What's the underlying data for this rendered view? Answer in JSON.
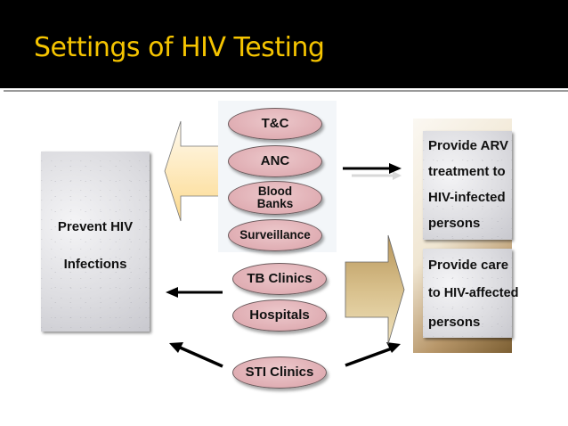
{
  "slide": {
    "title": "Settings of HIV Testing",
    "title_color": "#f5c400",
    "header_bg": "#000000"
  },
  "left_box": {
    "line1": "Prevent HIV",
    "line2": "Infections"
  },
  "settings_group_top": [
    {
      "label": "T&C"
    },
    {
      "label": "ANC"
    },
    {
      "label": "Blood Banks",
      "line1": "Blood",
      "line2": "Banks"
    },
    {
      "label": "Surveillance"
    }
  ],
  "settings_group_middle": [
    {
      "label": "TB Clinics"
    },
    {
      "label": "Hospitals"
    }
  ],
  "settings_group_bottom": [
    {
      "label": "STI Clinics"
    }
  ],
  "right_boxes": [
    {
      "lines": [
        "Provide ARV",
        "treatment to",
        "HIV-infected",
        "persons"
      ]
    },
    {
      "lines": [
        "Provide care",
        "to HIV-affected",
        "persons"
      ]
    }
  ],
  "colors": {
    "ellipse_fill": "#deaab0",
    "left_arrow_fill": "#fde3a8",
    "right_arrow_fill": "#c9a864",
    "panel_gold": "#9a7a48"
  }
}
